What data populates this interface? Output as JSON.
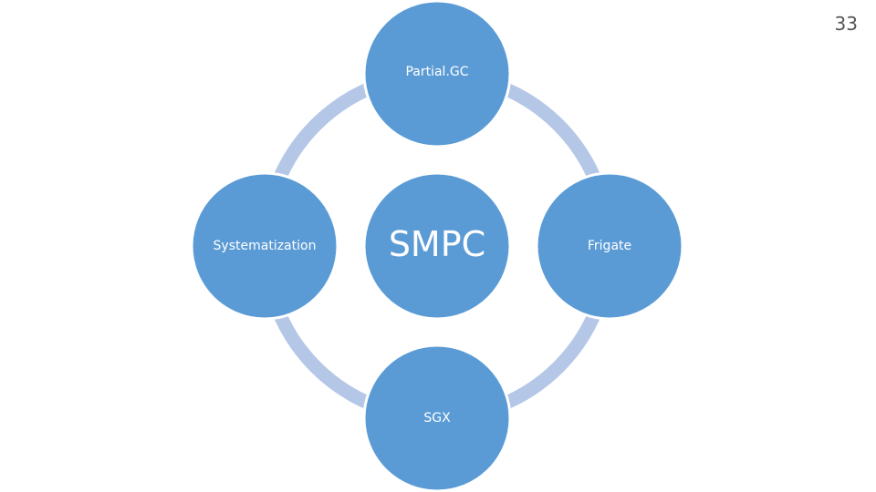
{
  "slide": {
    "page_number": "33"
  },
  "colors": {
    "node_fill": "#5b9bd5",
    "node_stroke": "#ffffff",
    "ring": "#b4c7e7",
    "text": "#ffffff"
  },
  "diagram": {
    "center": {
      "label": "SMPC"
    },
    "nodes": {
      "top": {
        "label": "Partial.GC"
      },
      "left": {
        "label": "Systematization"
      },
      "right": {
        "label": "Frigate"
      },
      "bottom": {
        "label": "SGX"
      }
    }
  }
}
